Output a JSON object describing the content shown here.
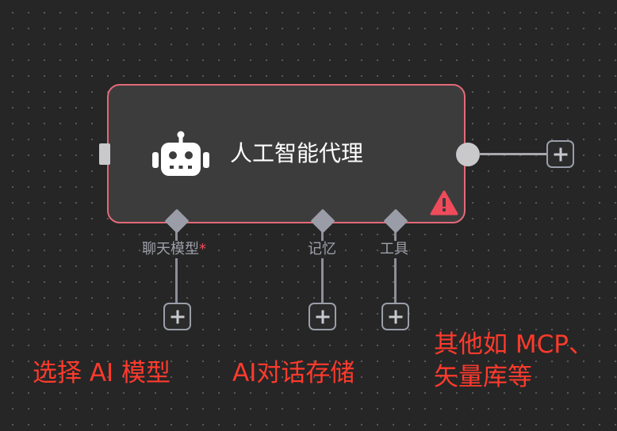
{
  "node": {
    "title": "人工智能代理",
    "icon": "robot-icon",
    "border_color": "#e36a77",
    "warning_icon": "warning-icon",
    "warning_color": "#ef4b5a"
  },
  "handles": {
    "chat_model": {
      "label": "聊天模型",
      "required_mark": "*"
    },
    "memory": {
      "label": "记忆"
    },
    "tools": {
      "label": "工具"
    }
  },
  "annotations": {
    "chat_model": "选择 AI 模型",
    "memory": "AI对话存储",
    "tools_line1": "其他如 MCP、",
    "tools_line2": "矢量库等"
  },
  "colors": {
    "annotation": "#ff3a2c",
    "canvas_bg": "#262626"
  }
}
